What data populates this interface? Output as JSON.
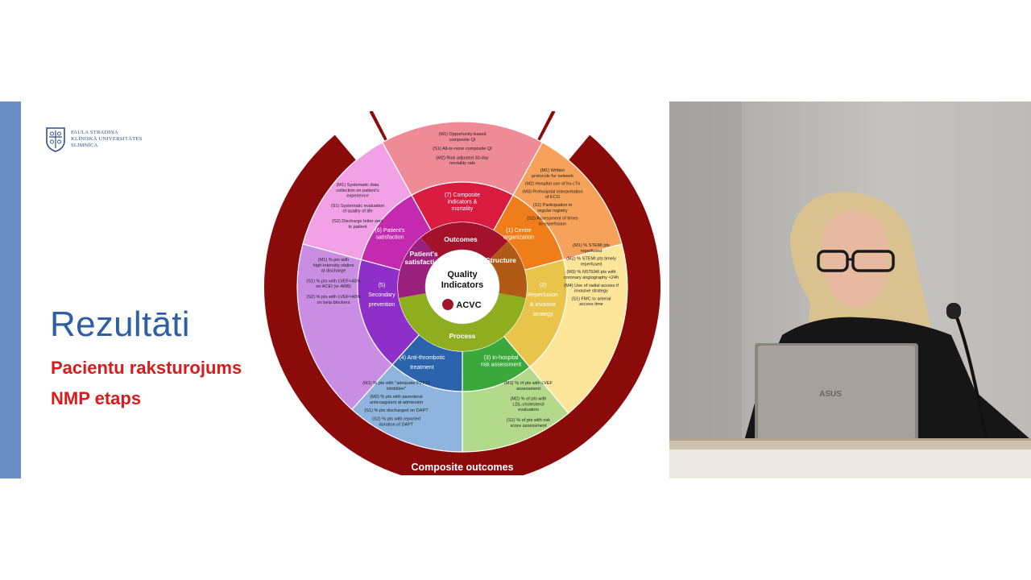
{
  "slide": {
    "logo_lines": [
      "PAULA STRADIŅA",
      "KLĪNISKĀ UNIVERSITĀTES",
      "SLIMNĪCA"
    ],
    "title": "Rezultāti",
    "subtitle_1": "Pacientu raksturojums",
    "subtitle_2": "NMP etaps"
  },
  "diagram": {
    "center": {
      "line1": "Quality",
      "line2": "Indicators",
      "brand": "ACVC"
    },
    "ring_labels": {
      "outcomes": "Outcomes",
      "structure": "Structure",
      "process": "Process",
      "patients_satisfaction": [
        "Patient's",
        "satisfaction"
      ]
    },
    "domains": {
      "composite": [
        "(7) Composite",
        "indicators &",
        "mortality"
      ],
      "centre": [
        "(1) Centre",
        "organization"
      ],
      "reperfusion": [
        "(2)",
        "Reperfusion",
        "& invasive",
        "strategy"
      ],
      "inhospital": [
        "(3) In-hospital",
        "risk assessment"
      ],
      "antithrombotic": [
        "(4) Anti-thrombotic",
        "treatment"
      ],
      "secondary": [
        "(5)",
        "Secondary",
        "prevention"
      ],
      "satisfaction": [
        "(6) Patient's",
        "satisfaction"
      ]
    },
    "indicators": {
      "composite": [
        [
          "(M1) Opportunity-based",
          "composite QI"
        ],
        [
          "(S1) All-or-none composite QI"
        ],
        [
          "(M2) Risk adjusted 30-day",
          "mortality rate"
        ]
      ],
      "centre": [
        [
          "(M1) Written",
          "protocols for network"
        ],
        [
          "(M2) Hospital use of hs-cTn"
        ],
        [
          "(M3) Prehospital interpretation",
          "of ECG"
        ],
        [
          "(S1) Participation in",
          "regular registry"
        ],
        [
          "(S2) Assessment of times",
          "to reperfusion"
        ]
      ],
      "reperfusion": [
        [
          "(M1) % STEMI pts",
          "reperfused"
        ],
        [
          "(M2) % STEMI pts timely",
          "reperfused"
        ],
        [
          "(M3) % NSTEMI pts with",
          "coronary angiography <24h"
        ],
        [
          "(M4) Use of radial access if",
          "invasive strategy"
        ],
        [
          "(S1) FMC to arterial",
          "access time"
        ]
      ],
      "inhospital": [
        [
          "(M1) % of pts with LVEF",
          "assessment"
        ],
        [
          "(M2) % of pts with",
          "LDL-cholesterol",
          "evaluation"
        ],
        [
          "(S1) % of pts with risk",
          "score assessment"
        ]
      ],
      "antithrombotic": [
        [
          "(M1) % pts with \"adequate P2Y12",
          "inhibition\""
        ],
        [
          "(M2) % pts with parenteral",
          "anticoagulant at admission"
        ],
        [
          "(S1) % pts discharged on DAPT"
        ],
        [
          "(S2) % pts with reported",
          "duration of DAPT"
        ]
      ],
      "secondary": [
        [
          "(M1) % pts with",
          "high-intensity statins",
          "at discharge"
        ],
        [
          "(S1) % pts with LVEF<40%",
          "on ACEI (or ARB)"
        ],
        [
          "(S2) % pts with LVEF<40%",
          "on beta blockers"
        ]
      ],
      "satisfaction": [
        [
          "(M1) Systematic data",
          "collection on patient's",
          "experience"
        ],
        [
          "(S1) Systematic evaluation",
          "of quality of life"
        ],
        [
          "(S2) Discharge letter sent",
          "to patient"
        ]
      ]
    },
    "outer_label": "Composite outcomes",
    "colors": {
      "outer_band": "#8b0a0a",
      "composite": "#ef8a97",
      "centre": "#f7a25a",
      "reperfusion": "#fde59a",
      "inhospital": "#b3d98a",
      "antithrombotic": "#8fb5de",
      "secondary": "#c98ee3",
      "satisfaction": "#f2a1e6"
    }
  },
  "video": {
    "laptop_brand": "ASUS"
  }
}
